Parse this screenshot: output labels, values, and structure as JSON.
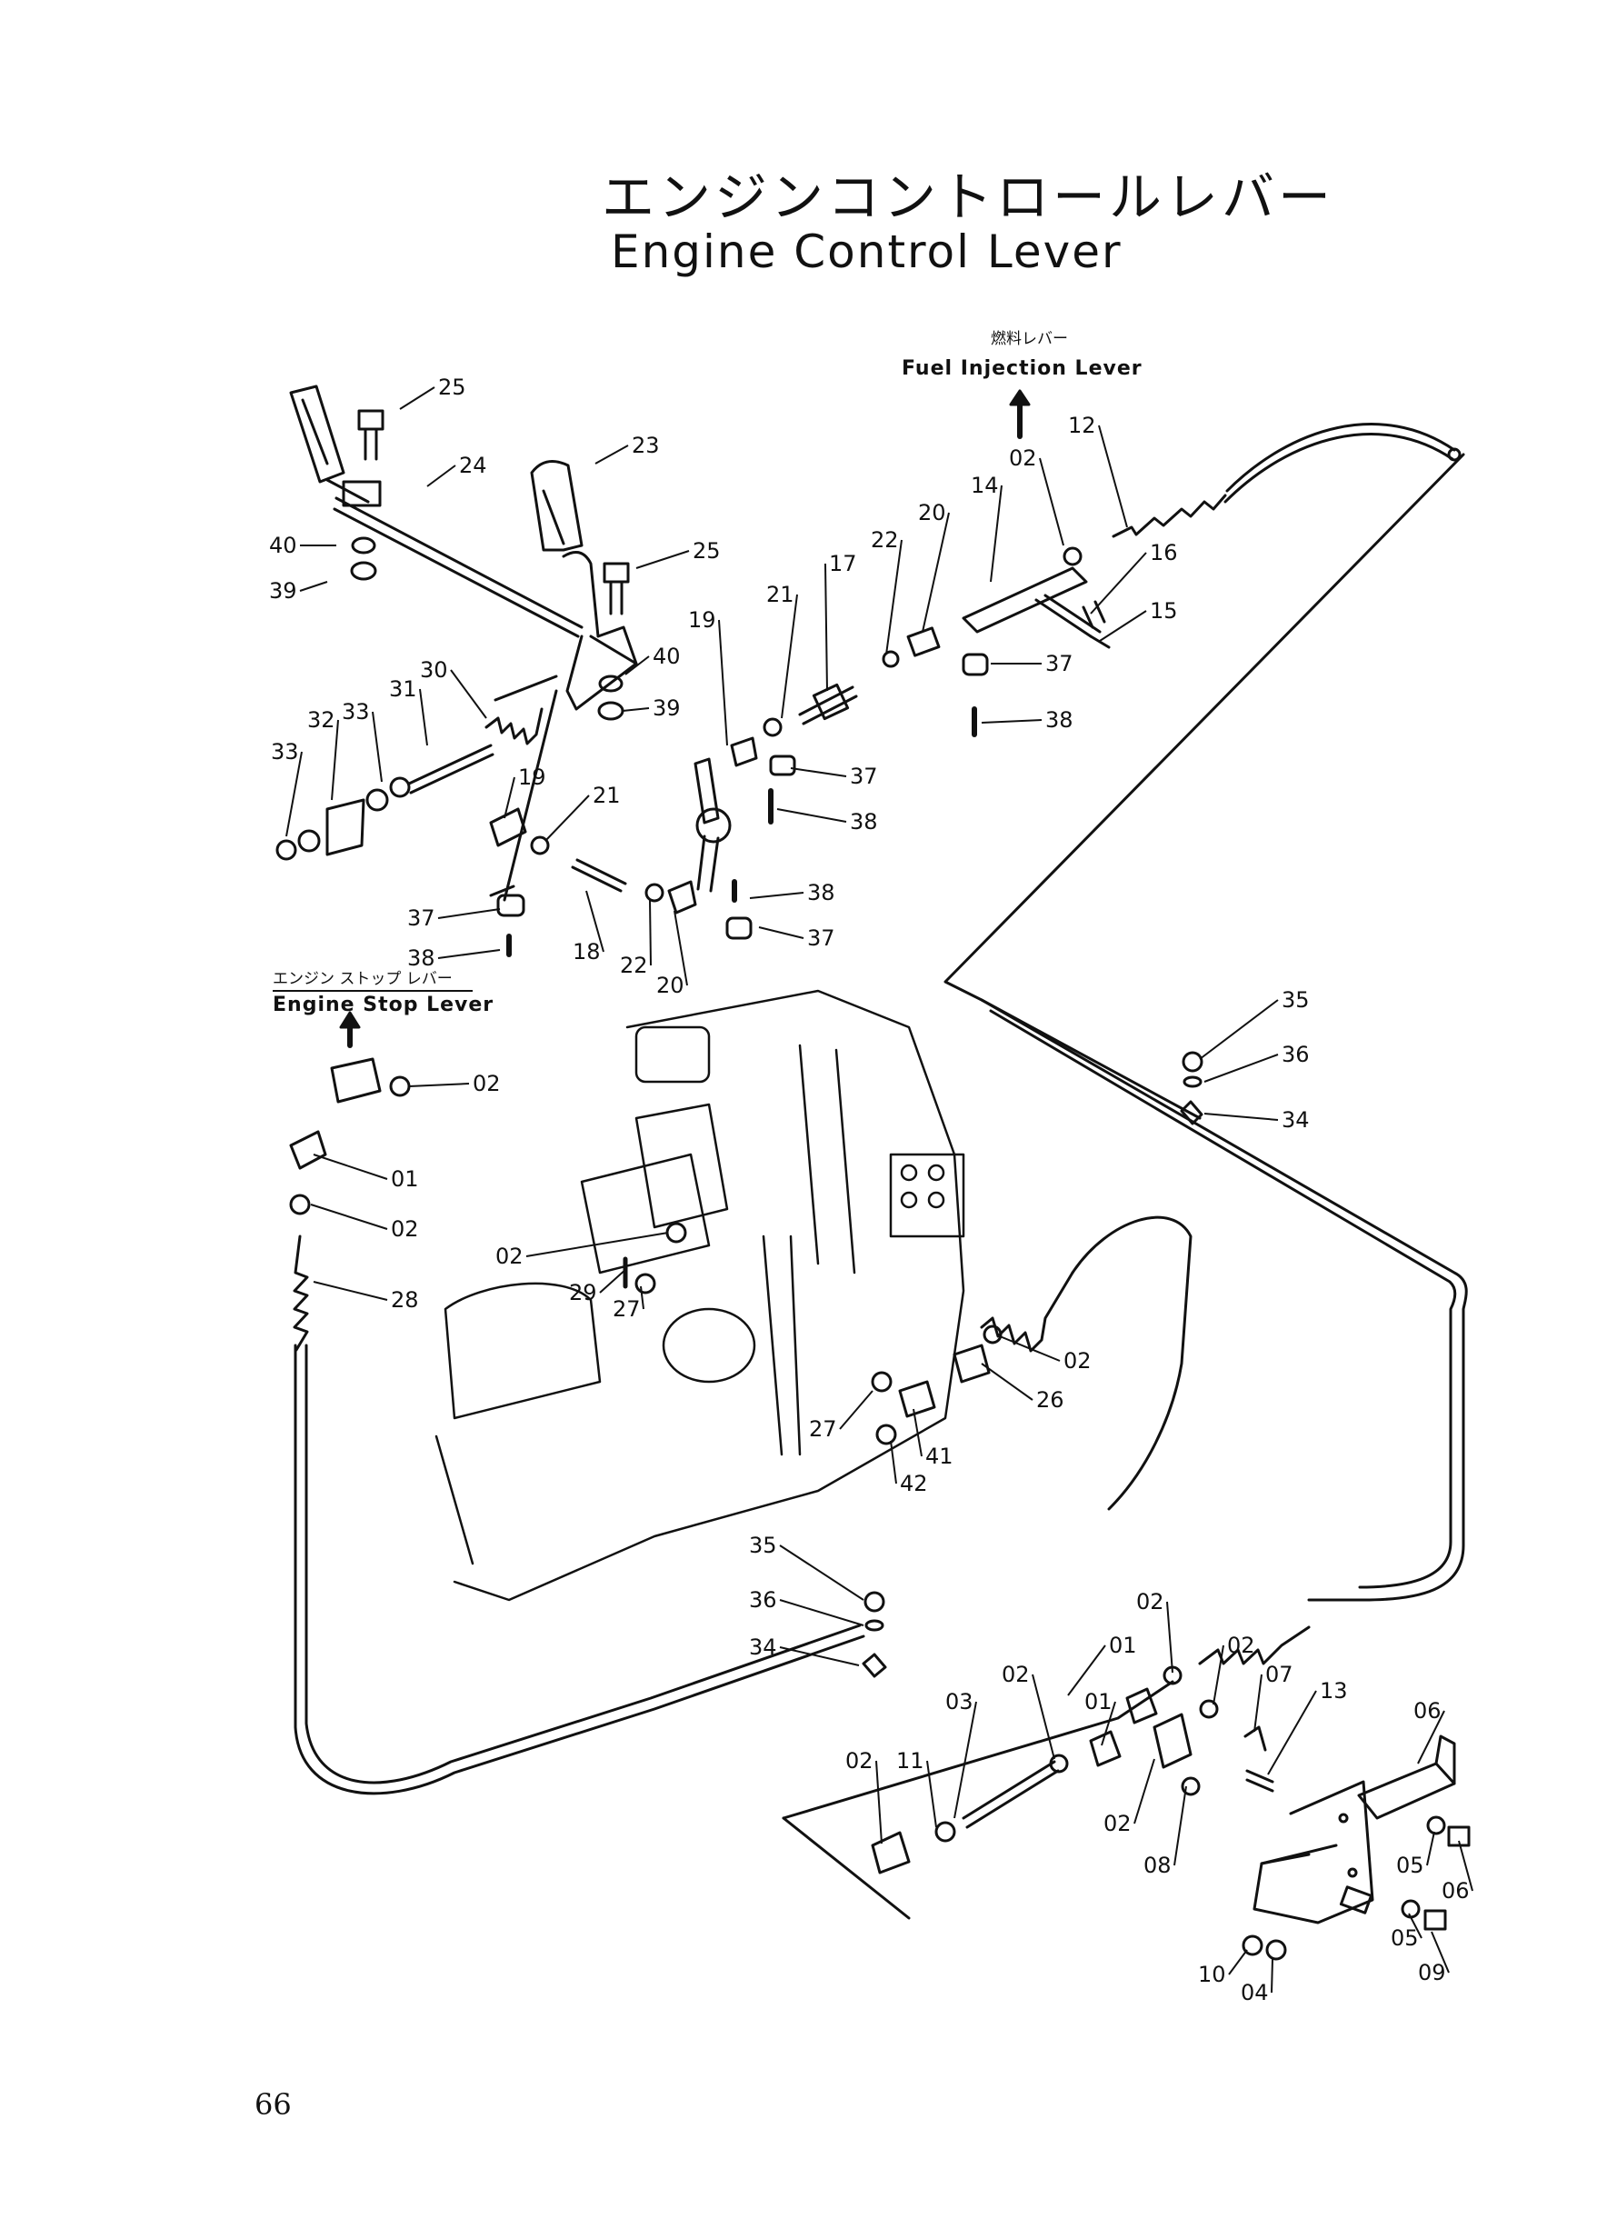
{
  "title_jp": "エンジンコントロールレバー",
  "title_en": "Engine Control Lever",
  "page_number": "66",
  "fuel_lever": {
    "label_jp": "燃料レバー",
    "label_en": "Fuel Injection Lever"
  },
  "stop_lever": {
    "label_jp": "エンジン ストップ レバー",
    "label_en": "Engine Stop Lever"
  },
  "callouts": [
    "25",
    "24",
    "23",
    "40",
    "39",
    "25",
    "40",
    "39",
    "30",
    "31",
    "33",
    "32",
    "33",
    "19",
    "21",
    "37",
    "38",
    "18",
    "22",
    "20",
    "21",
    "17",
    "22",
    "20",
    "19",
    "37",
    "38",
    "38",
    "37",
    "14",
    "02",
    "12",
    "16",
    "15",
    "37",
    "38",
    "02",
    "01",
    "02",
    "28",
    "02",
    "29",
    "27",
    "27",
    "41",
    "42",
    "26",
    "02",
    "35",
    "36",
    "34",
    "35",
    "36",
    "34",
    "02",
    "01",
    "02",
    "02",
    "03",
    "01",
    "02",
    "11",
    "02",
    "08",
    "07",
    "13",
    "06",
    "05",
    "06",
    "05",
    "09",
    "10",
    "04"
  ],
  "colors": {
    "ink": "#111111",
    "paper": "#ffffff"
  }
}
